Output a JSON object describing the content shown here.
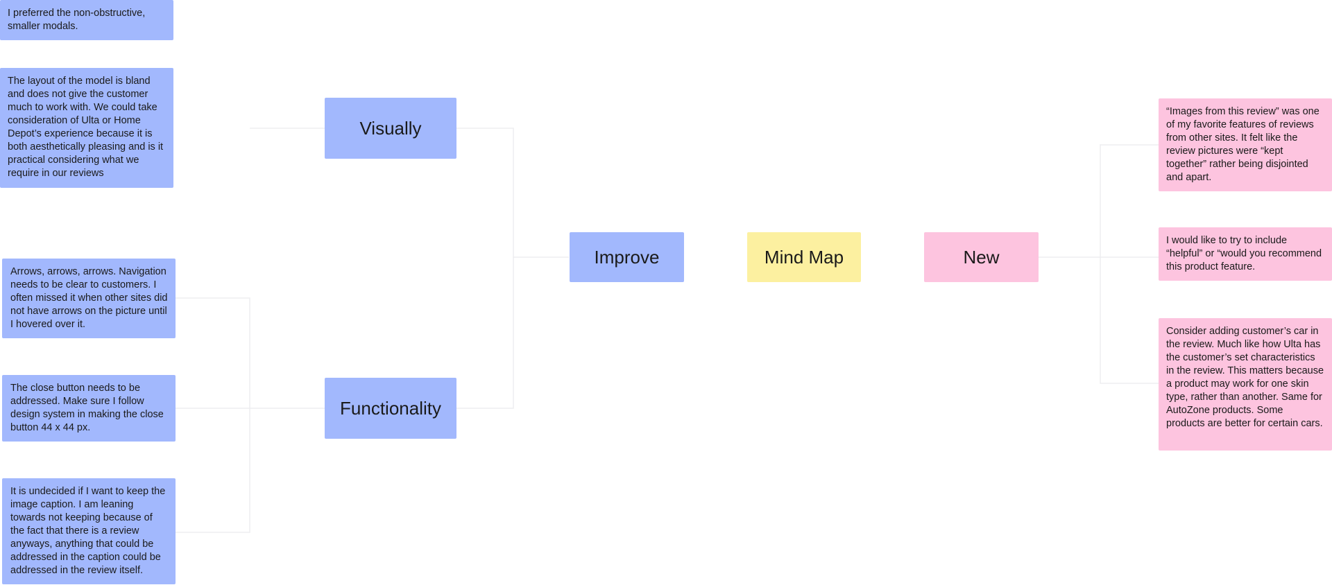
{
  "colors": {
    "blue": "#a2b8fd",
    "pink": "#fdc4df",
    "yellow": "#fcf0a0",
    "connector": "#ededf0"
  },
  "topics": {
    "center": "Mind Map",
    "improve": "Improve",
    "new": "New",
    "visually": "Visually",
    "functionality": "Functionality"
  },
  "visually_notes": [
    "I preferred the non-obstructive, smaller modals.",
    "The layout of the model is bland and does not give the customer much to work with. We could take consideration of Ulta or Home Depot’s experience because it is both aesthetically pleasing and is it practical considering what we require in our reviews"
  ],
  "functionality_notes": [
    "Arrows, arrows, arrows. Navigation needs to be clear to customers. I often missed it when other sites did not have arrows on the picture until I hovered over it.",
    "The close button needs to be addressed. Make sure I follow design system in making the close button 44 x 44 px.",
    "It is undecided if I want to keep the image caption. I am leaning towards not keeping because of the fact that there is a review anyways, anything that could be addressed in the caption could be addressed in the review itself."
  ],
  "new_notes": [
    "“Images from this review” was one of my favorite features of reviews from other sites. It felt like the review pictures were “kept together” rather being disjointed and apart.",
    "I would like to try to include “helpful” or “would you recommend this product feature.",
    "Consider adding customer’s car in the review. Much like how Ulta has the customer’s set characteristics in the review. This matters because a product may work for one skin type, rather than another. Same for AutoZone products. Some products are better for certain cars."
  ]
}
